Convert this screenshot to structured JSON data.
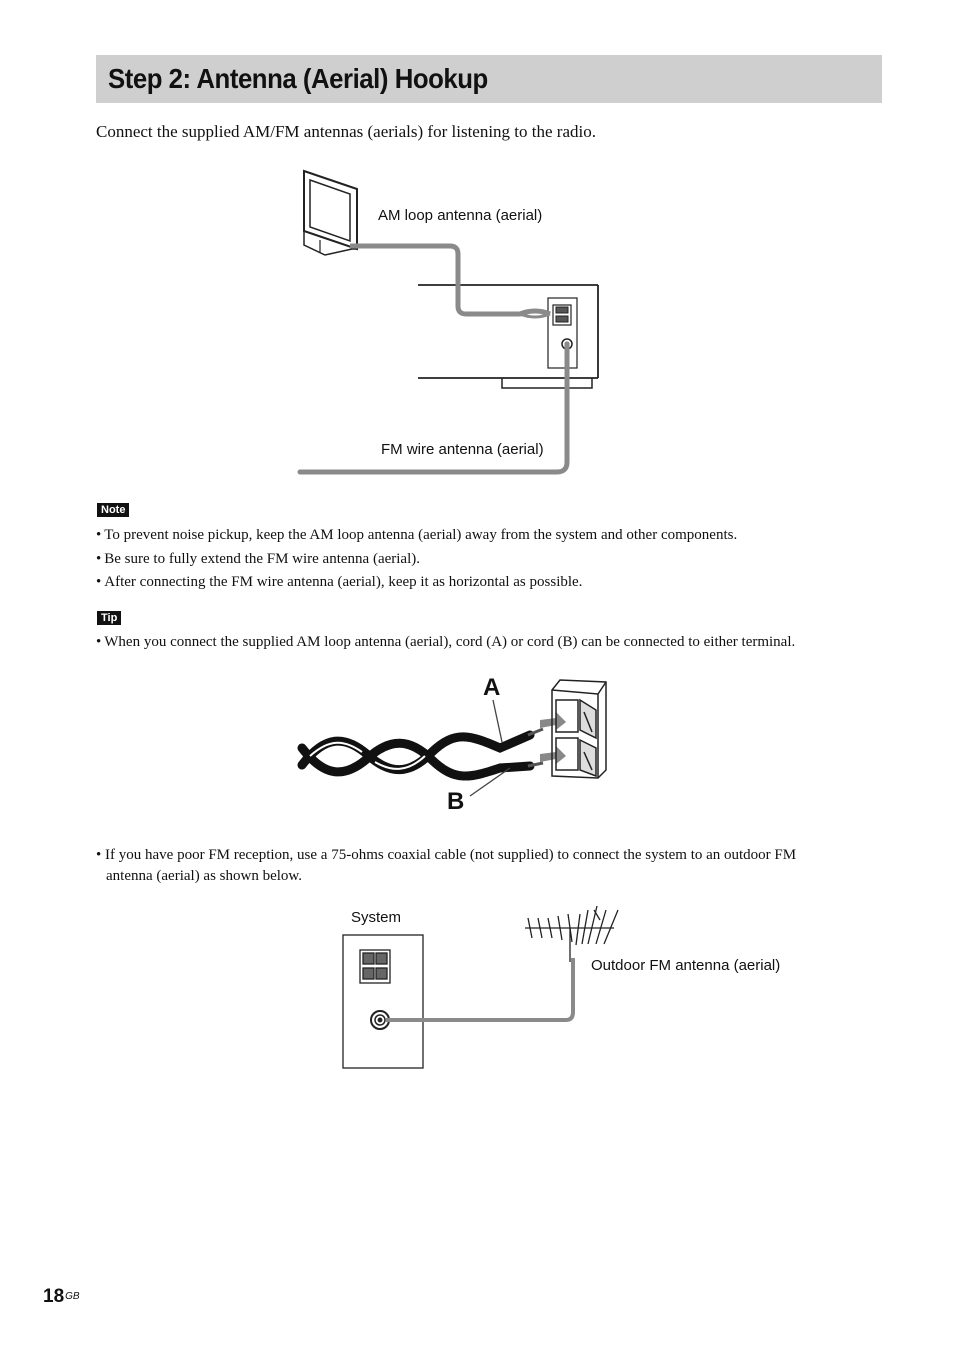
{
  "heading": "Step 2: Antenna (Aerial) Hookup",
  "intro": "Connect the supplied AM/FM antennas (aerials) for listening to the radio.",
  "figure1": {
    "am_label": "AM loop antenna (aerial)",
    "fm_label": "FM wire antenna (aerial)"
  },
  "note": {
    "badge": "Note",
    "items": [
      "To prevent noise pickup, keep the AM loop antenna (aerial) away from the system and other components.",
      "Be sure to fully extend the FM wire antenna (aerial).",
      "After connecting the FM wire antenna (aerial), keep it as horizontal as possible."
    ]
  },
  "tip": {
    "badge": "Tip",
    "item1": "When you connect the supplied AM loop antenna (aerial), cord (A) or cord (B) can be connected to either terminal.",
    "item2_line1": "If you have poor FM reception, use a 75-ohms coaxial cable (not supplied) to connect the system to an outdoor FM",
    "item2_line2": "antenna (aerial) as shown below."
  },
  "figure2": {
    "label_a": "A",
    "label_b": "B"
  },
  "figure3": {
    "system_label": "System",
    "outdoor_label": "Outdoor FM antenna (aerial)"
  },
  "page": {
    "number": "18",
    "suffix": "GB"
  },
  "bullet": "•"
}
